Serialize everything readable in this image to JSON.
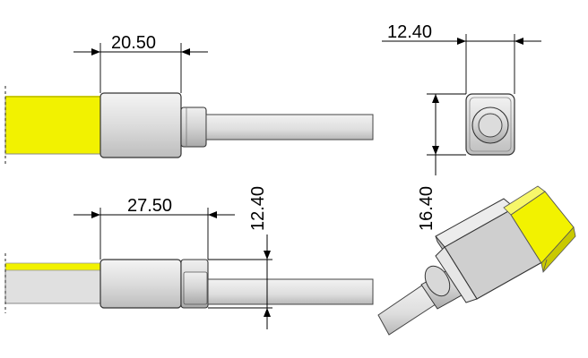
{
  "dimensions": {
    "top_length": "20.50",
    "bottom_length": "27.50",
    "bottom_height": "12.40",
    "end_width": "12.40",
    "end_height": "16.40"
  },
  "colors": {
    "strip_yellow": "#f2f200",
    "strip_yellow_dark": "#c9c900",
    "housing_light": "#e8e8e8",
    "housing_mid": "#cfcfcf",
    "housing_dark": "#a8a8a8",
    "cable": "#e2e2e2",
    "outline": "#222222"
  }
}
